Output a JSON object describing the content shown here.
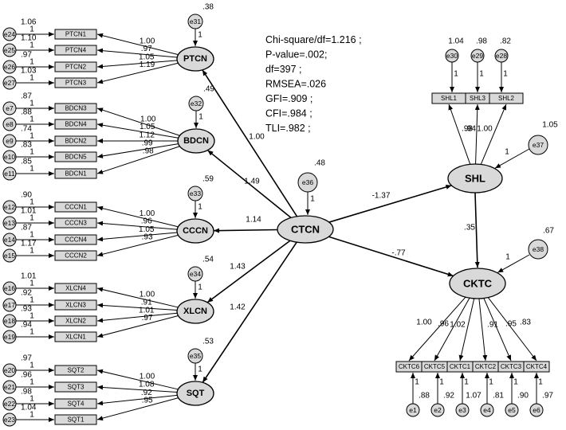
{
  "fit_stats": [
    "Chi-square/df=1.216 ;",
    "P-value=.002;",
    "df=397 ;",
    "RMSEA=.026",
    "GFI=.909 ;",
    "CFI=.984 ;",
    "TLI=.982 ;"
  ],
  "latents": {
    "ptcn": {
      "label": "PTCN"
    },
    "bdcn": {
      "label": "BDCN"
    },
    "cccn": {
      "label": "CCCN"
    },
    "xlcn": {
      "label": "XLCN"
    },
    "sqt": {
      "label": "SQT"
    },
    "ctcn": {
      "label": "CTCN"
    },
    "shl": {
      "label": "SHL"
    },
    "cktc": {
      "label": "CKTC"
    }
  },
  "left_groups": [
    {
      "latent": "ptcn",
      "disturbance": {
        "label": "e31",
        "variance": ".38"
      },
      "variance": "",
      "indicators": [
        {
          "label": "PTCN1",
          "error": "e24",
          "evar": "1.06",
          "loading": "1.00"
        },
        {
          "label": "PTCN4",
          "error": "e25",
          "evar": "1.10",
          "loading": ".97"
        },
        {
          "label": "PTCN2",
          "error": "e26",
          "evar": ".97",
          "loading": "1.05"
        },
        {
          "label": "PTCN3",
          "error": "e27",
          "evar": "1.03",
          "loading": "1.19"
        }
      ]
    },
    {
      "latent": "bdcn",
      "disturbance": {
        "label": "e32",
        "variance": ".49"
      },
      "indicators": [
        {
          "label": "BDCN3",
          "error": "e7",
          "evar": ".87",
          "loading": "1.00"
        },
        {
          "label": "BDCN4",
          "error": "e8",
          "evar": ".88",
          "loading": "1.05"
        },
        {
          "label": "BDCN2",
          "error": "e9",
          "evar": ".74",
          "loading": "1.12"
        },
        {
          "label": "BDCN5",
          "error": "e10",
          "evar": ".83",
          "loading": ".99"
        },
        {
          "label": "BDCN1",
          "error": "e11",
          "evar": ".85",
          "loading": ".98"
        }
      ]
    },
    {
      "latent": "cccn",
      "disturbance": {
        "label": "e33",
        "variance": ".59"
      },
      "indicators": [
        {
          "label": "CCCN1",
          "error": "e12",
          "evar": ".90",
          "loading": "1.00"
        },
        {
          "label": "CCCN3",
          "error": "e13",
          "evar": "1.01",
          "loading": ".96"
        },
        {
          "label": "CCCN4",
          "error": "e14",
          "evar": ".87",
          "loading": "1.05"
        },
        {
          "label": "CCCN2",
          "error": "e15",
          "evar": "1.17",
          "loading": ".93"
        }
      ]
    },
    {
      "latent": "xlcn",
      "disturbance": {
        "label": "e34",
        "variance": ".54"
      },
      "indicators": [
        {
          "label": "XLCN4",
          "error": "e16",
          "evar": "1.01",
          "loading": "1.00"
        },
        {
          "label": "XLCN3",
          "error": "e17",
          "evar": ".92",
          "loading": ".91"
        },
        {
          "label": "XLCN2",
          "error": "e18",
          "evar": ".93",
          "loading": "1.01"
        },
        {
          "label": "XLCN1",
          "error": "e19",
          "evar": ".94",
          "loading": ".97"
        }
      ]
    },
    {
      "latent": "sqt",
      "disturbance": {
        "label": "e35",
        "variance": ".53"
      },
      "indicators": [
        {
          "label": "SQT2",
          "error": "e20",
          "evar": ".97",
          "loading": "1.00"
        },
        {
          "label": "SQT3",
          "error": "e21",
          "evar": ".96",
          "loading": "1.08"
        },
        {
          "label": "SQT4",
          "error": "e22",
          "evar": ".98",
          "loading": ".92"
        },
        {
          "label": "SQT1",
          "error": "e23",
          "evar": "1.04",
          "loading": ".95"
        }
      ]
    }
  ],
  "ctcn_paths": [
    {
      "to": "ptcn",
      "coef": "1.00"
    },
    {
      "to": "bdcn",
      "coef": "1.49"
    },
    {
      "to": "cccn",
      "coef": "1.14"
    },
    {
      "to": "xlcn",
      "coef": "1.43"
    },
    {
      "to": "sqt",
      "coef": "1.42"
    }
  ],
  "ctcn_disturbance": {
    "label": "e36",
    "variance": ".48"
  },
  "shl": {
    "disturbance": {
      "label": "e37",
      "variance": "1.05"
    },
    "indicators": [
      {
        "label": "SHL1",
        "error": "e30",
        "evar": "1.04",
        "loading": ".98"
      },
      {
        "label": "SHL3",
        "error": "e29",
        "evar": ".98",
        "loading": ".94"
      },
      {
        "label": "SHL2",
        "error": "e28",
        "evar": ".82",
        "loading": "1.00"
      }
    ]
  },
  "cktc": {
    "disturbance": {
      "label": "e38",
      "variance": ".67"
    },
    "indicators": [
      {
        "label": "CKTC6",
        "error": "e1",
        "evar": ".88",
        "loading": "1.00"
      },
      {
        "label": "CKTC5",
        "error": "e2",
        "evar": ".92",
        "loading": ".96"
      },
      {
        "label": "CKTC1",
        "error": "e3",
        "evar": "1.07",
        "loading": "1.02"
      },
      {
        "label": "CKTC2",
        "error": "e4",
        "evar": ".81",
        "loading": ".91"
      },
      {
        "label": "CKTC3",
        "error": "e5",
        "evar": ".90",
        "loading": ".95"
      },
      {
        "label": "CKTC4",
        "error": "e6",
        "evar": ".97",
        "loading": ".83"
      }
    ]
  },
  "structural": [
    {
      "from": "ctcn",
      "to": "shl",
      "coef": "-1.37"
    },
    {
      "from": "ctcn",
      "to": "cktc",
      "coef": "-.77"
    },
    {
      "from": "shl",
      "to": "cktc",
      "coef": ".35"
    }
  ],
  "fixed_one": "1"
}
